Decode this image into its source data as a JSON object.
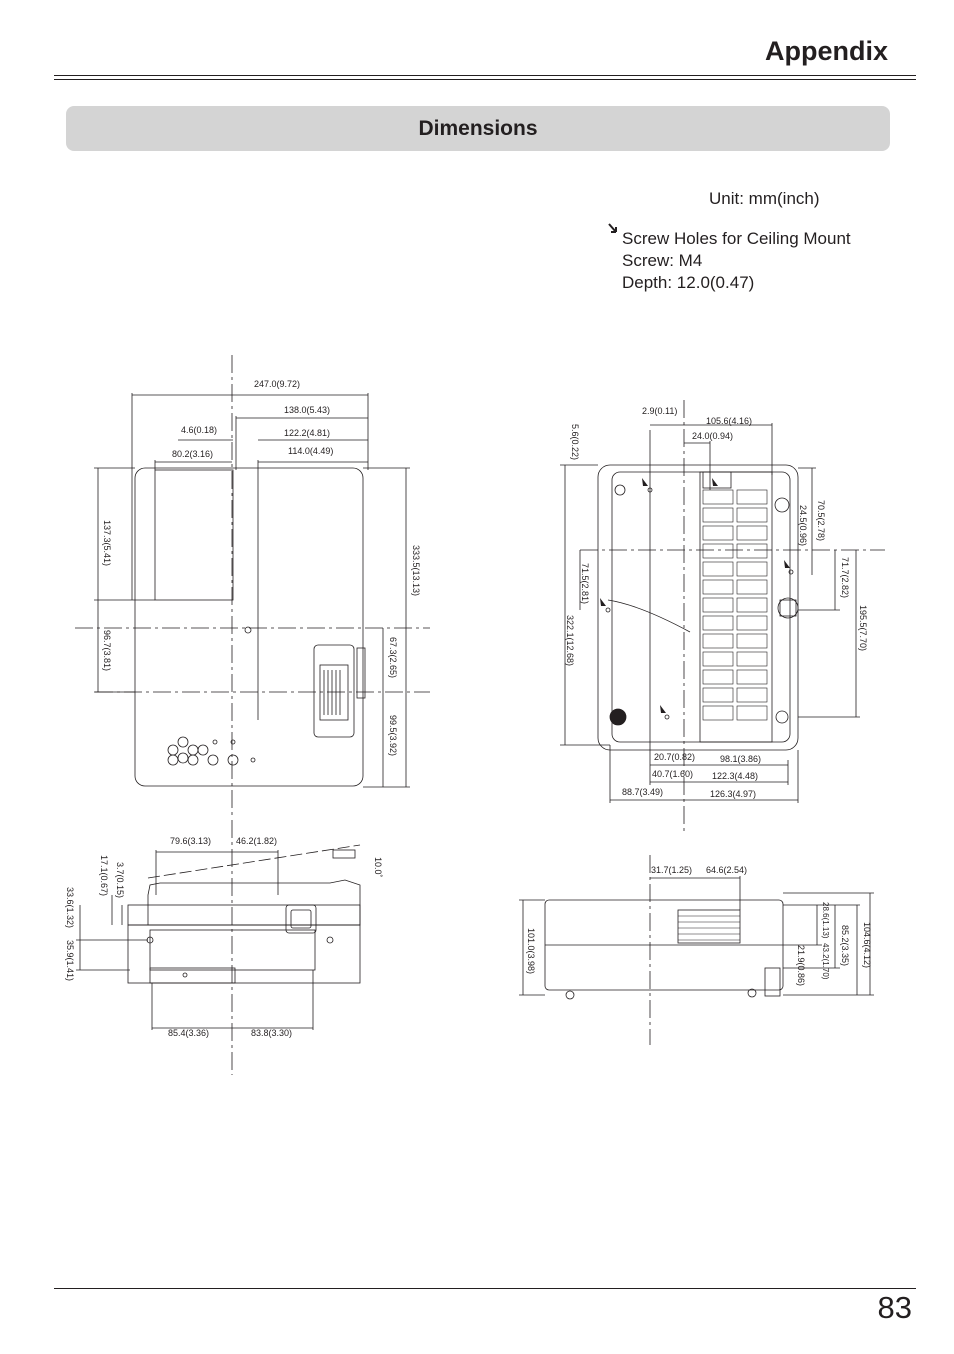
{
  "header": {
    "title": "Appendix"
  },
  "section": {
    "title": "Dimensions"
  },
  "notes": {
    "unit": "Unit: mm(inch)",
    "screw_title": "Screw Holes for Ceiling Mount",
    "screw_type": "Screw: M4",
    "screw_depth": "Depth: 12.0(0.47)"
  },
  "top_view": {
    "d247": "247.0(9.72)",
    "d138": "138.0(5.43)",
    "d4_6": "4.6(0.18)",
    "d122": "122.2(4.81)",
    "d80": "80.2(3.16)",
    "d114": "114.0(4.49)",
    "d137": "137.3(5.41)",
    "d96": "96.7(3.81)",
    "d333": "333.5(13.13)",
    "d67": "67.3(2.65)",
    "d99": "99.5(3.92)"
  },
  "bottom_view": {
    "d2_9": "2.9(0.11)",
    "d105": "105.6(4.16)",
    "d24": "24.0(0.94)",
    "d5_6": "5.6(0.22)",
    "d70": "70.5(2.78)",
    "d24_5": "24.5(0.96)",
    "d71_7": "71.7(2.82)",
    "d71_5": "71.5(2.81)",
    "d322": "322.1(12.68)",
    "d195": "195.5(7.70)",
    "d20": "20.7(0.82)",
    "d98": "98.1(3.86)",
    "d40": "40.7(1.60)",
    "d122_3": "122.3(4.48)",
    "d88": "88.7(3.49)",
    "d126": "126.3(4.97)"
  },
  "rear_view": {
    "d79": "79.6(3.13)",
    "d46": "46.2(1.82)",
    "d10": "10.0˚",
    "d17": "17.1(0.67)",
    "d3_7": "3.7(0.15)",
    "d33": "33.6(1.32)",
    "d35": "35.9(1.41)",
    "d85": "85.4(3.36)",
    "d83": "83.8(3.30)"
  },
  "side_view": {
    "d31": "31.7(1.25)",
    "d64": "64.6(2.54)",
    "d101": "101.0(3.98)",
    "d28": "28.6(1.13)",
    "d43": "43.2(1.70)",
    "d85_2": "85.2(3.35)",
    "d104": "104.6(4.12)",
    "d21": "21.9(0.86)"
  },
  "footer": {
    "page_number": "83"
  }
}
